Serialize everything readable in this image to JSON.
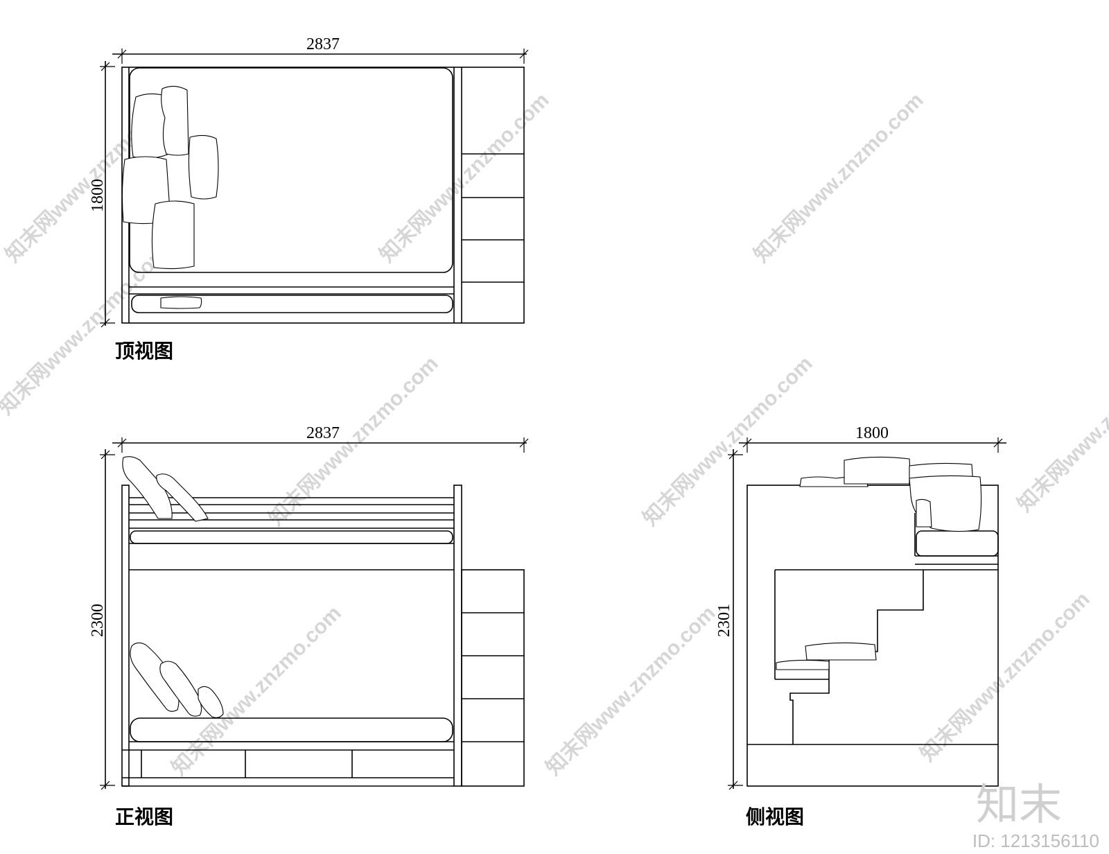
{
  "views": {
    "top": {
      "label": "顶视图",
      "width_dim": "2837",
      "height_dim": "1800"
    },
    "front": {
      "label": "正视图",
      "width_dim": "2837",
      "height_dim": "2300"
    },
    "side": {
      "label": "侧视图",
      "width_dim": "1800",
      "height_dim": "2301"
    }
  },
  "watermark": {
    "text": "知末网www.znzmo.com",
    "brand": "知末",
    "id": "ID: 1213156110"
  }
}
